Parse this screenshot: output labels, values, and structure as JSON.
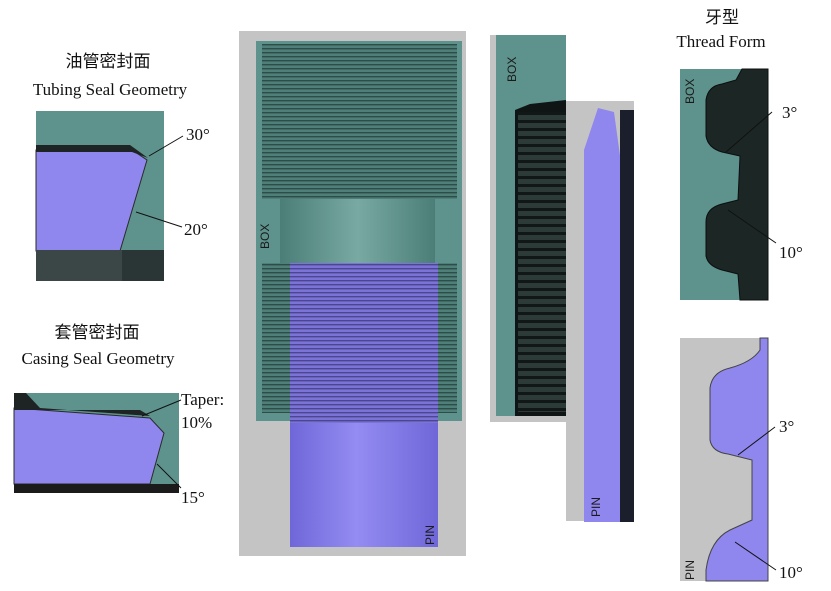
{
  "tubing": {
    "title_cn": "油管密封面",
    "title_en": "Tubing Seal Geometry",
    "angle_a": "30°",
    "angle_b": "20°"
  },
  "casing": {
    "title_cn": "套管密封面",
    "title_en": "Casing Seal Geometry",
    "taper_label": "Taper:",
    "taper_value": "10%",
    "angle": "15°"
  },
  "connection": {
    "box_label": "BOX",
    "pin_label": "PIN"
  },
  "detail": {
    "box_label": "BOX",
    "pin_label": "PIN"
  },
  "thread_form": {
    "title_cn": "牙型",
    "title_en": "Thread Form",
    "box_label": "BOX",
    "box_angle_top": "3°",
    "box_angle_bottom": "10°",
    "pin_label": "PIN",
    "pin_angle_top": "3°",
    "pin_angle_bottom": "10°"
  },
  "colors": {
    "teal": "#5e938d",
    "lavender": "#8f86ee",
    "dark": "#1f2a29",
    "gray": "#c4c4c4",
    "frame": "#d0d0d0"
  }
}
